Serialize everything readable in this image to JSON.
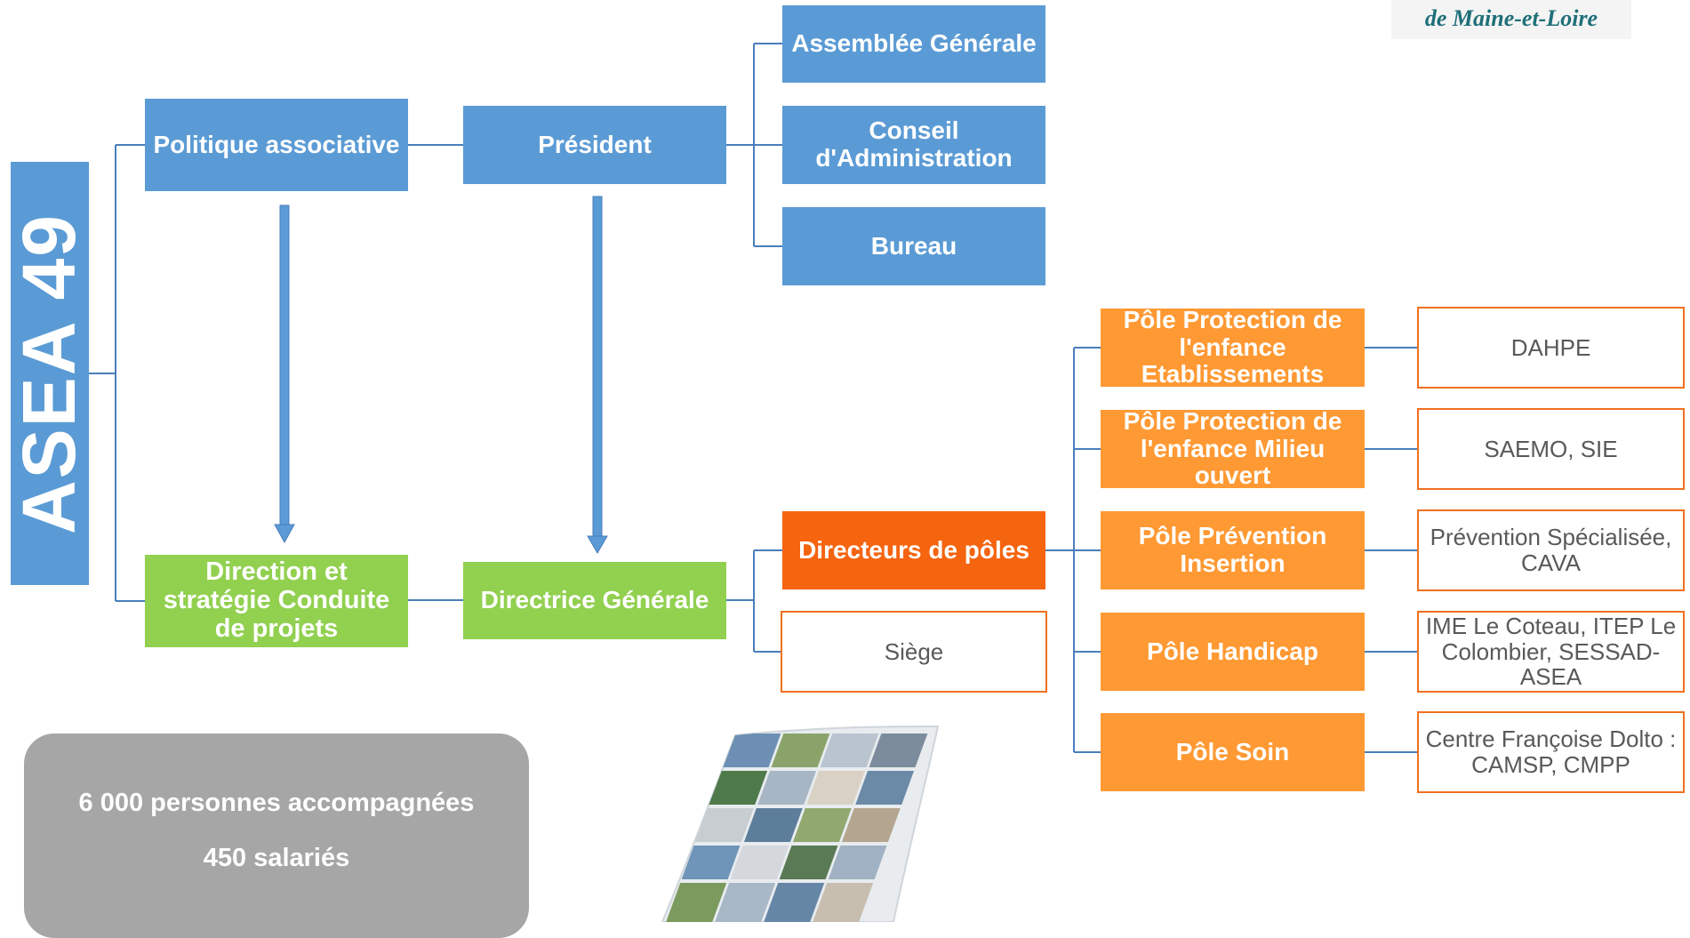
{
  "logo": {
    "subtitle": "de Maine-et-Loire"
  },
  "root": {
    "label": "ASEA 49"
  },
  "governance": {
    "politique": "Politique associative",
    "president": "Président",
    "assemblee": "Assemblée Générale",
    "conseil": "Conseil d'Administration",
    "bureau": "Bureau"
  },
  "management": {
    "direction": "Direction et stratégie Conduite de projets",
    "directrice": "Directrice Générale",
    "directeurs": "Directeurs de pôles",
    "siege": "Siège"
  },
  "poles": [
    {
      "name": "Pôle Protection de l'enfance Etablissements",
      "services": "DAHPE"
    },
    {
      "name": "Pôle Protection de l'enfance Milieu ouvert",
      "services": "SAEMO, SIE"
    },
    {
      "name": "Pôle Prévention Insertion",
      "services": "Prévention Spécialisée, CAVA"
    },
    {
      "name": "Pôle Handicap",
      "services": "IME Le Coteau, ITEP Le Colombier, SESSAD-ASEA"
    },
    {
      "name": "Pôle Soin",
      "services": "Centre Françoise Dolto : CAMSP, CMPP"
    }
  ],
  "stats": {
    "people": "6 000 personnes accompagnées",
    "staff": "450 salariés"
  },
  "colors": {
    "blue": "#5b9bd5",
    "green": "#92d050",
    "orange": "#ff9933",
    "orange_dark": "#f5640f",
    "outline": "#f07020",
    "connector": "#4a7ebb",
    "stats_bg": "#a6a6a6"
  }
}
